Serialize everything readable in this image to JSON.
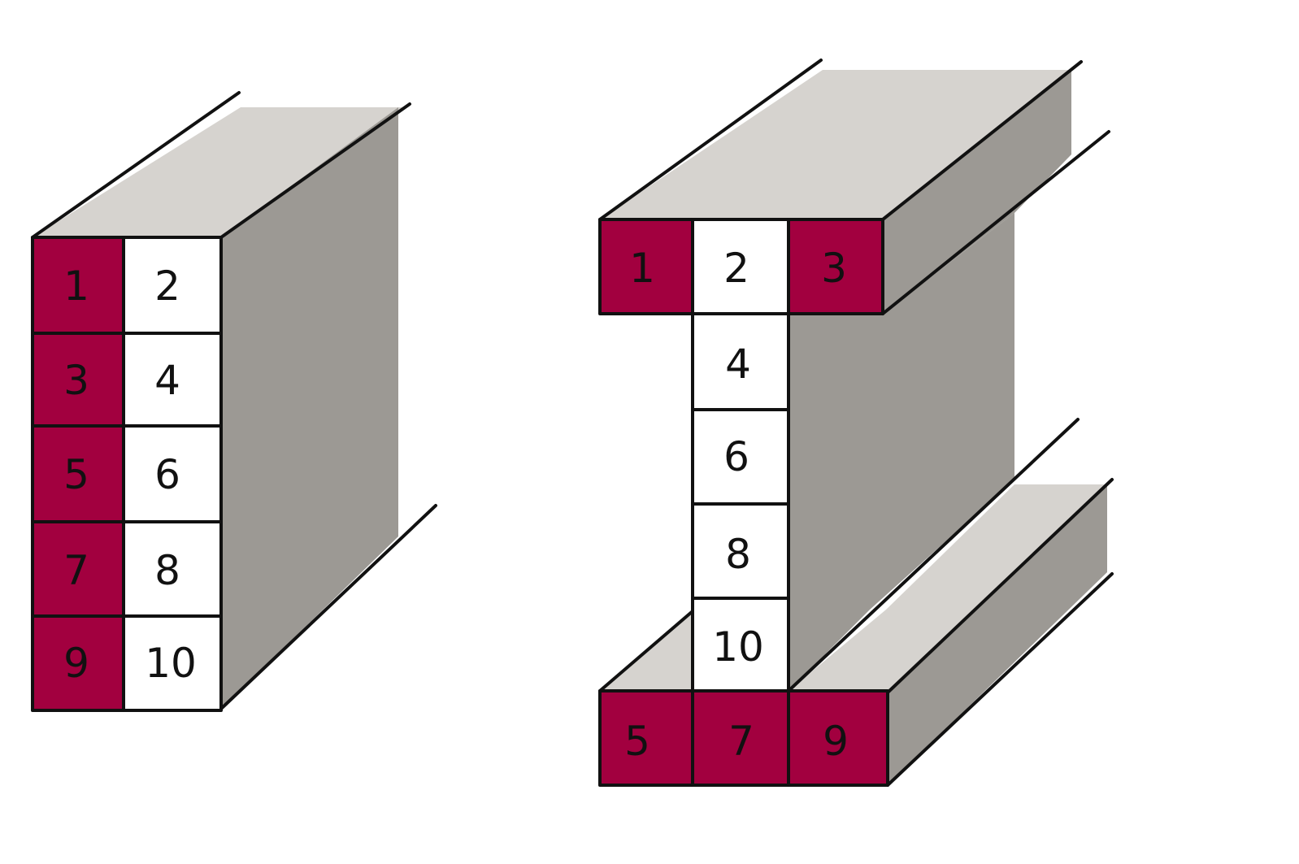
{
  "colors": {
    "flange_cell": "#A2003F",
    "web_cell": "#FFFFFF",
    "top_face": "#D6D3CF",
    "side_face": "#9C9994",
    "outline": "#111111"
  },
  "left_section": {
    "cells": [
      {
        "label": "1",
        "role": "flange"
      },
      {
        "label": "2",
        "role": "web"
      },
      {
        "label": "3",
        "role": "flange"
      },
      {
        "label": "4",
        "role": "web"
      },
      {
        "label": "5",
        "role": "flange"
      },
      {
        "label": "6",
        "role": "web"
      },
      {
        "label": "7",
        "role": "flange"
      },
      {
        "label": "8",
        "role": "web"
      },
      {
        "label": "9",
        "role": "flange"
      },
      {
        "label": "10",
        "role": "web"
      }
    ]
  },
  "right_section": {
    "top_flange": [
      {
        "label": "1",
        "role": "flange"
      },
      {
        "label": "2",
        "role": "web"
      },
      {
        "label": "3",
        "role": "flange"
      }
    ],
    "web": [
      {
        "label": "4",
        "role": "web"
      },
      {
        "label": "6",
        "role": "web"
      },
      {
        "label": "8",
        "role": "web"
      },
      {
        "label": "10",
        "role": "web"
      }
    ],
    "bottom_flange": [
      {
        "label": "5",
        "role": "flange"
      },
      {
        "label": "7",
        "role": "flange"
      },
      {
        "label": "9",
        "role": "flange"
      }
    ]
  }
}
